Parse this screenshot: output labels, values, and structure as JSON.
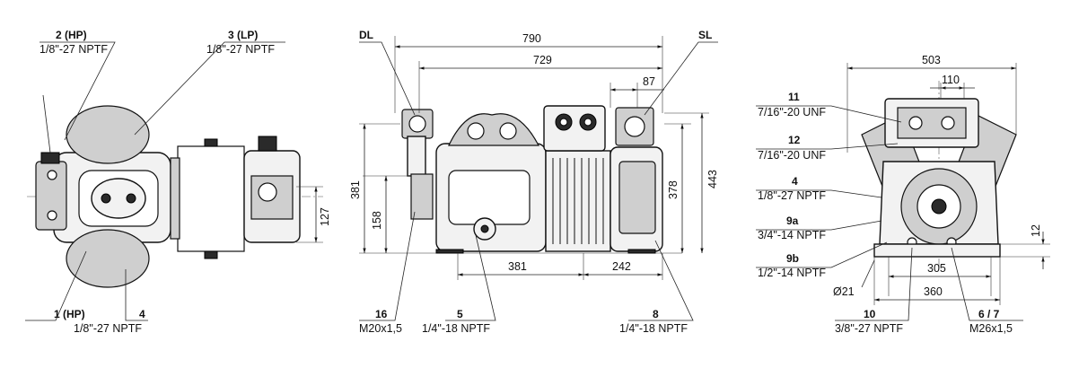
{
  "left_view": {
    "hp2": {
      "label": "2 (HP)",
      "spec": "1/8\"-27 NPTF"
    },
    "lp3": {
      "label": "3 (LP)",
      "spec": "1/8\"-27 NPTF"
    },
    "hp1": {
      "label": "1 (HP)"
    },
    "p4": {
      "label": "4",
      "spec": "1/8\"-27 NPTF"
    },
    "dim_127": "127"
  },
  "middle_view": {
    "dl": "DL",
    "sl": "SL",
    "dim_790": "790",
    "dim_729": "729",
    "dim_87": "87",
    "dim_381v": "381",
    "dim_158": "158",
    "dim_378": "378",
    "dim_443": "443",
    "dim_381h": "381",
    "dim_242": "242",
    "p16": {
      "label": "16",
      "spec": "M20x1,5"
    },
    "p5": {
      "label": "5",
      "spec": "1/4\"-18 NPTF"
    },
    "p8": {
      "label": "8",
      "spec": "1/4\"-18 NPTF"
    }
  },
  "right_view": {
    "dim_503": "503",
    "dim_110": "110",
    "dim_12": "12",
    "dim_305": "305",
    "dim_360": "360",
    "dim_d21": "Ø21",
    "p11": {
      "label": "11",
      "spec": "7/16\"-20 UNF"
    },
    "p12": {
      "label": "12",
      "spec": "7/16\"-20 UNF"
    },
    "p4": {
      "label": "4",
      "spec": "1/8\"-27 NPTF"
    },
    "p9a": {
      "label": "9a",
      "spec": "3/4\"-14 NPTF"
    },
    "p9b": {
      "label": "9b",
      "spec": "1/2\"-14 NPTF"
    },
    "p10": {
      "label": "10",
      "spec": "3/8\"-27 NPTF"
    },
    "p67": {
      "label": "6 / 7",
      "spec": "M26x1,5"
    }
  }
}
